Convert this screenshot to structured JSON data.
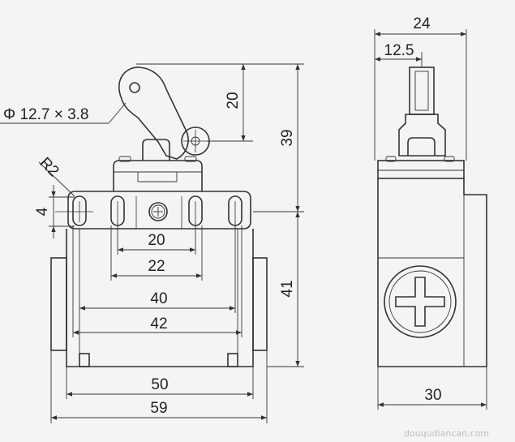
{
  "front_view": {
    "roller_label": "Φ 12.7 × 3.8",
    "radius_label": "R2",
    "hole_label": "4",
    "dims": {
      "d20_lever": "20",
      "d39": "39",
      "d41": "41",
      "d20": "20",
      "d22": "22",
      "d40": "40",
      "d42": "42",
      "d50": "50",
      "d59": "59"
    }
  },
  "side_view": {
    "dims": {
      "d24": "24",
      "d12_5": "12.5",
      "d30": "30"
    }
  },
  "watermark": "douqudiancan.com"
}
